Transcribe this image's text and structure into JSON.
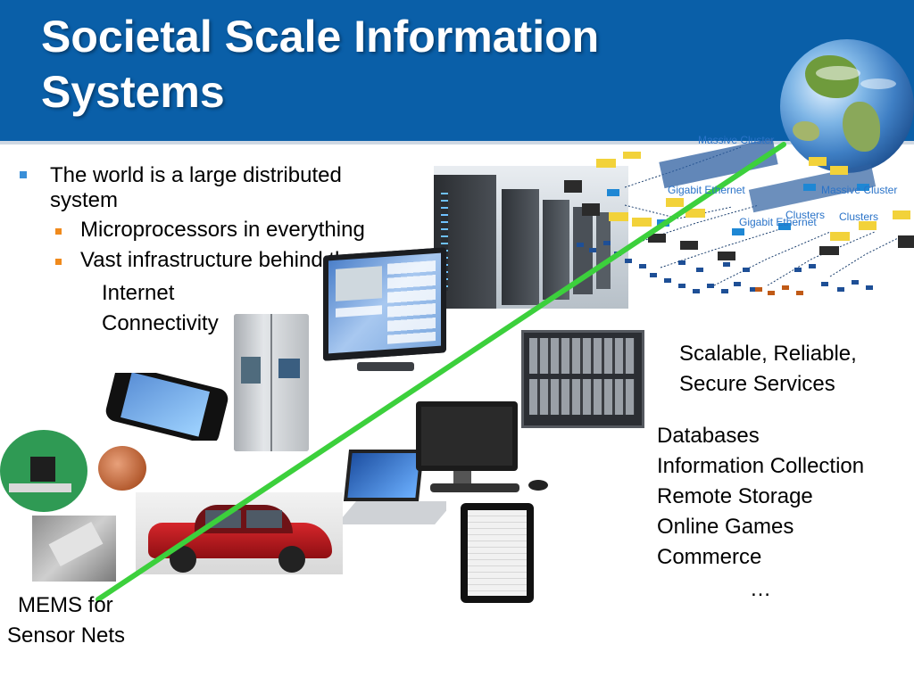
{
  "slide": {
    "title_line1": "Societal Scale Information",
    "title_line2": "Systems"
  },
  "bullets": {
    "main": "The world is a large distributed",
    "main_cont": "system",
    "sub1": "Microprocessors in everything",
    "sub2": "Vast infrastructure behind them",
    "sub3": "Internet",
    "sub4": "Connectivity"
  },
  "labels": {
    "scalable_line1": "Scalable, Reliable,",
    "scalable_line2": "Secure Services",
    "services": [
      "Databases",
      "Information Collection",
      "Remote Storage",
      "Online Games",
      "Commerce",
      "…"
    ],
    "mems_line1": "MEMS for",
    "mems_line2": "Sensor Nets"
  },
  "network_labels": {
    "massive_cluster": "Massive Cluster",
    "gigabit_ethernet": "Gigabit Ethernet",
    "massive_cluster2": "Massive Cluster",
    "clusters": "Clusters",
    "gigabit_ethernet2": "Gigabit Ethernet",
    "clusters2": "Clusters"
  },
  "colors": {
    "title_bg": "#0a5fa8",
    "bullet_blue": "#3a8fd8",
    "bullet_orange": "#f08a1c",
    "trend_line": "#3cd03c"
  },
  "icons": [
    "globe-icon",
    "server-room-icon",
    "smart-tv-icon",
    "refrigerator-icon",
    "smartphone-icon",
    "sensor-board-icon",
    "coin-icon",
    "mems-chip-icon",
    "car-icon",
    "laptop-icon",
    "desktop-monitor-icon",
    "tablet-icon",
    "blade-server-icon"
  ]
}
